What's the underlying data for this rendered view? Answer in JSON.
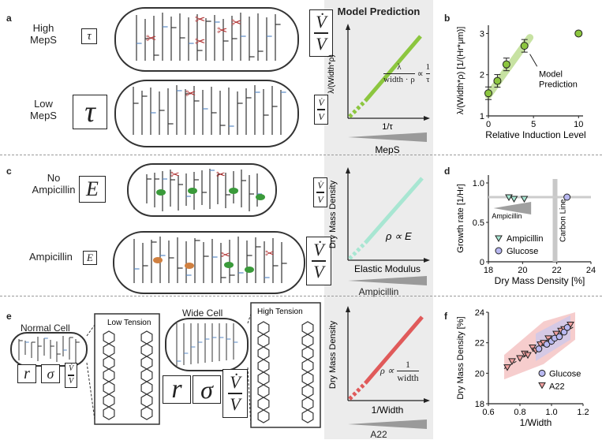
{
  "panels": {
    "a": {
      "label": "a",
      "row1": {
        "title_line1": "High",
        "title_line2": "MepS",
        "symbol": "τ"
      },
      "row2": {
        "title_line1": "Low",
        "title_line2": "MepS",
        "symbol": "τ"
      },
      "vdot_num": "V̇",
      "vdot_den": "V"
    },
    "model": {
      "title": "Model Prediction",
      "ylabel": "λ/(Width*ρ)",
      "xlabel": "1/τ",
      "formula_num": "λ",
      "formula_den": "width · ρ",
      "formula_prop": "∝",
      "formula_rhs_num": "1",
      "formula_rhs_den": "τ",
      "gradient_label": "MepS",
      "line_color": "#8cc63f"
    },
    "b": {
      "label": "b",
      "ylabel": "λ/(Width*ρ) [1/(Hr*μm)]",
      "xlabel": "Relative Induction Level",
      "annotation_line1": "Model",
      "annotation_line2": "Prediction",
      "xticks": [
        "0",
        "5",
        "10"
      ],
      "yticks": [
        "1",
        "2",
        "3"
      ]
    },
    "c": {
      "label": "c",
      "row1": {
        "title_line1": "No",
        "title_line2": "Ampicillin",
        "symbol": "E"
      },
      "row2": {
        "title_line1": "Ampicillin",
        "symbol": "E"
      }
    },
    "model2": {
      "ylabel": "Dry Mass Density",
      "xlabel": "Elastic Modulus",
      "formula": "ρ ∝ E",
      "gradient_label": "Ampicillin",
      "line_color": "#a8e6d2"
    },
    "d": {
      "label": "d",
      "ylabel": "Growth rate [1/Hr]",
      "xlabel": "Dry Mass Density [%]",
      "xticks": [
        "18",
        "20",
        "22",
        "24"
      ],
      "yticks": [
        "0",
        "0.5",
        "1.0"
      ],
      "inset_label": "Ampicillin",
      "vline_label": "Carbon Line",
      "legend": [
        "Ampicillin",
        "Glucose"
      ]
    },
    "e": {
      "label": "e",
      "normal_title": "Normal Cell",
      "wide_title": "Wide Cell",
      "low_tension": "Low Tension",
      "high_tension": "High Tension",
      "sym_r": "r",
      "sym_sigma": "σ"
    },
    "model3": {
      "ylabel": "Dry Mass Density",
      "xlabel": "1/Width",
      "formula_prop": "ρ ∝",
      "formula_num": "1",
      "formula_den": "width",
      "gradient_label": "A22",
      "line_color": "#e05a5a"
    },
    "f": {
      "label": "f",
      "ylabel": "Dry Mass Density [%]",
      "xlabel": "1/Width",
      "xticks": [
        "0.6",
        "0.8",
        "1.0",
        "1.2"
      ],
      "yticks": [
        "18",
        "20",
        "22",
        "24"
      ],
      "legend": [
        "Glucose",
        "A22"
      ]
    }
  },
  "chart_data": [
    {
      "type": "scatter",
      "panel": "b",
      "xlabel": "Relative Induction Level",
      "ylabel": "λ/(Width*ρ) [1/(Hr*μm)]",
      "xlim": [
        0,
        10.5
      ],
      "ylim": [
        1,
        3.2
      ],
      "x": [
        0,
        1,
        2,
        4,
        10
      ],
      "y": [
        1.55,
        1.85,
        2.25,
        2.7,
        3.0
      ]
    },
    {
      "type": "scatter",
      "panel": "d",
      "xlabel": "Dry Mass Density [%]",
      "ylabel": "Growth rate [1/Hr]",
      "xlim": [
        18,
        24
      ],
      "ylim": [
        0,
        1.1
      ],
      "series": [
        {
          "name": "Ampicillin",
          "x": [
            19.2,
            19.5,
            20.1
          ],
          "y": [
            0.82,
            0.8,
            0.8
          ]
        },
        {
          "name": "Glucose",
          "x": [
            22.6
          ],
          "y": [
            0.82
          ]
        }
      ]
    },
    {
      "type": "scatter",
      "panel": "f",
      "xlabel": "1/Width",
      "ylabel": "Dry Mass Density [%]",
      "xlim": [
        0.6,
        1.2
      ],
      "ylim": [
        18,
        24
      ],
      "series": [
        {
          "name": "Glucose",
          "x": [
            0.92,
            0.97,
            1.0,
            1.02,
            1.05,
            1.08,
            1.1
          ],
          "y": [
            21.6,
            21.9,
            22.1,
            22.3,
            22.4,
            22.7,
            23.0
          ]
        },
        {
          "name": "A22",
          "x": [
            0.72,
            0.75,
            0.8,
            0.83,
            0.85,
            0.88,
            0.9,
            0.93,
            0.95,
            0.98,
            1.0,
            1.03,
            1.06,
            1.08,
            1.12
          ],
          "y": [
            20.4,
            20.8,
            21.0,
            21.3,
            21.2,
            21.7,
            21.5,
            21.9,
            22.0,
            22.3,
            22.1,
            22.6,
            22.8,
            22.9,
            23.2
          ]
        }
      ]
    }
  ]
}
